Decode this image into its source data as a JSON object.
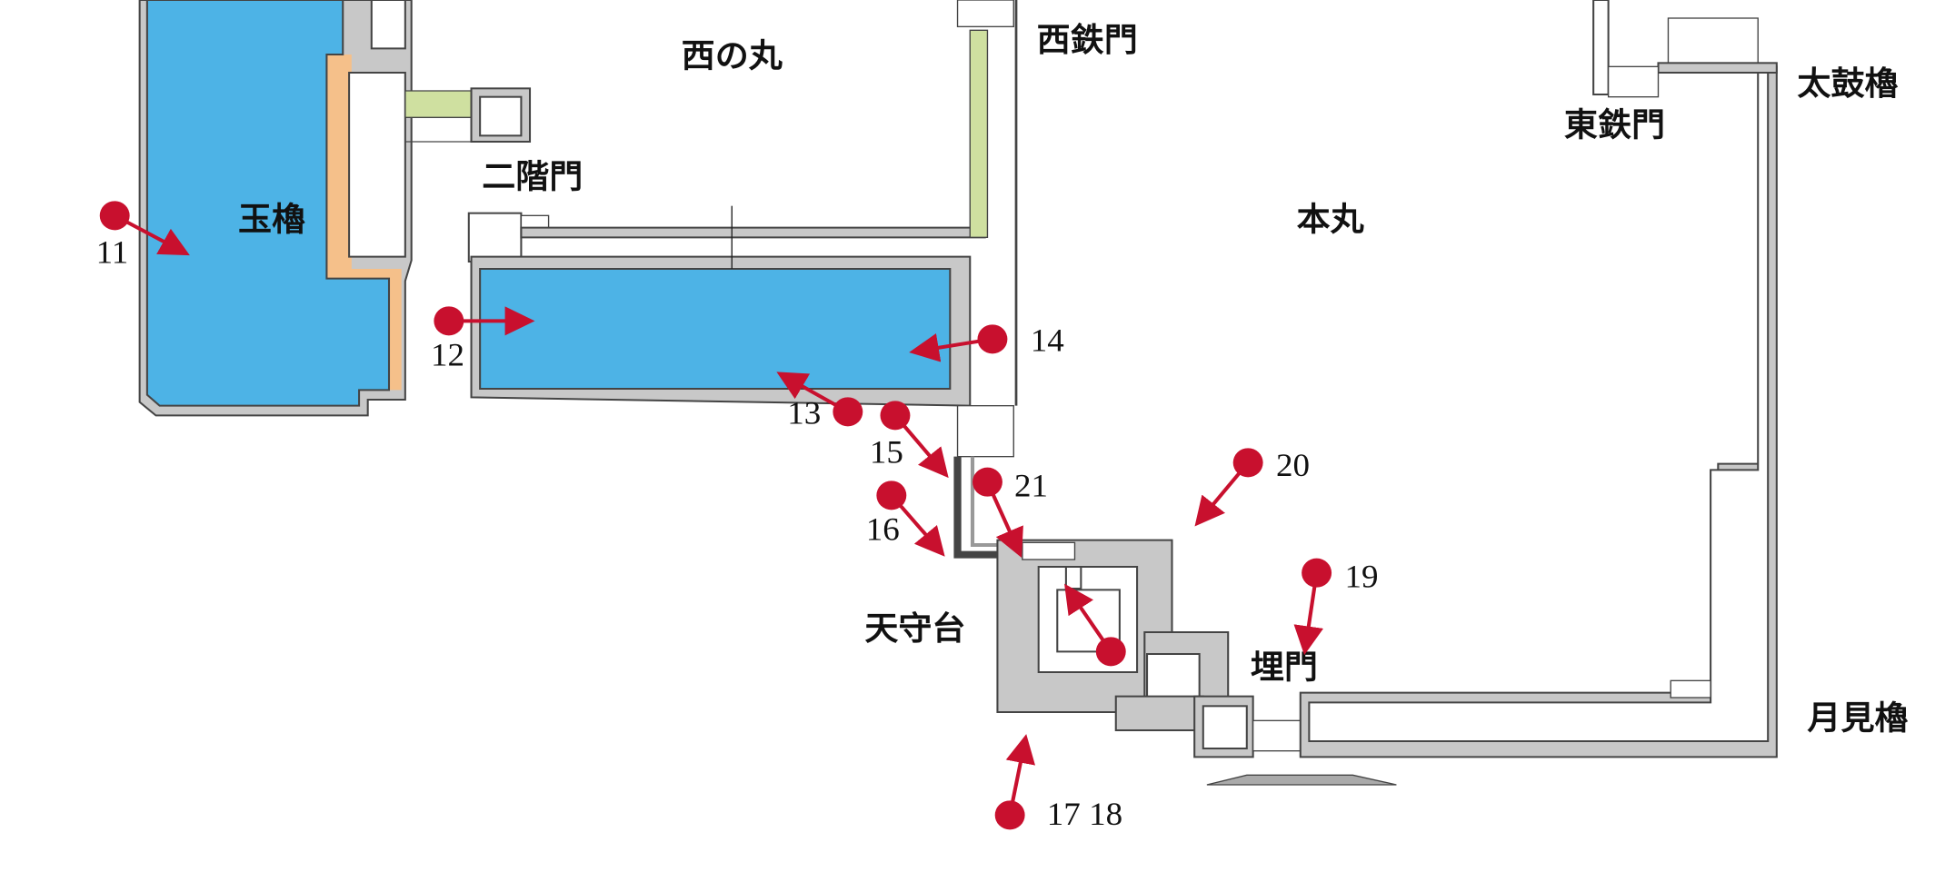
{
  "map": {
    "areas": {
      "nishinomaru": "西の丸",
      "honmaru": "本丸",
      "tenshudai": "天守台"
    },
    "gates": {
      "nishi_kurogane": "西鉄門",
      "nikai": "二階門",
      "higashi_kurogane": "東鉄門",
      "uzumi": "埋門"
    },
    "turrets": {
      "tama": "玉櫓",
      "taiko": "太鼓櫓",
      "tsukimi": "月見櫓"
    },
    "markers": [
      "11",
      "12",
      "13",
      "14",
      "15",
      "16",
      "21",
      "20",
      "19",
      "",
      "17 18"
    ],
    "colors": {
      "marker": "#c8102e",
      "moat": "#4db3e6",
      "wall": "#c8c8c8",
      "path": "#cfe0a0",
      "edge": "#f5c08a"
    }
  }
}
